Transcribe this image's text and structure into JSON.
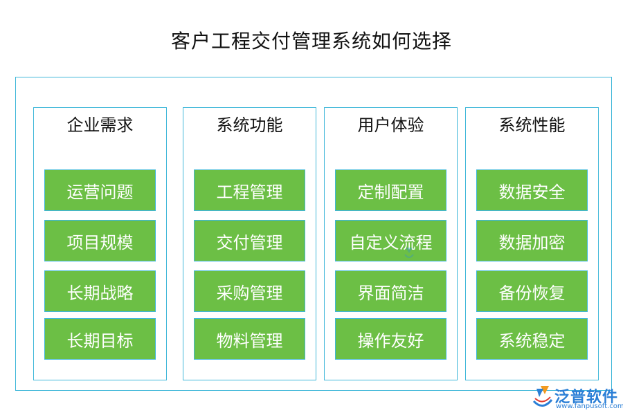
{
  "title": "客户工程交付管理系统如何选择",
  "columns": [
    {
      "header": "企业需求",
      "items": [
        "运营问题",
        "项目规模",
        "长期战略",
        "长期目标"
      ]
    },
    {
      "header": "系统功能",
      "items": [
        "工程管理",
        "交付管理",
        "采购管理",
        "物料管理"
      ]
    },
    {
      "header": "用户体验",
      "items": [
        "定制配置",
        "自定义流程",
        "界面简洁",
        "操作友好"
      ]
    },
    {
      "header": "系统性能",
      "items": [
        "数据安全",
        "数据加密",
        "备份恢复",
        "系统稳定"
      ]
    }
  ],
  "logo": {
    "name": "泛普软件",
    "url": "www.fanpusoft.com"
  },
  "colors": {
    "border": "#3fb7d9",
    "item_fill": "#6cbf45",
    "item_text": "#ffffff",
    "logo": "#2b7fd6"
  },
  "icons": [
    "fanpu-logo-icon"
  ]
}
